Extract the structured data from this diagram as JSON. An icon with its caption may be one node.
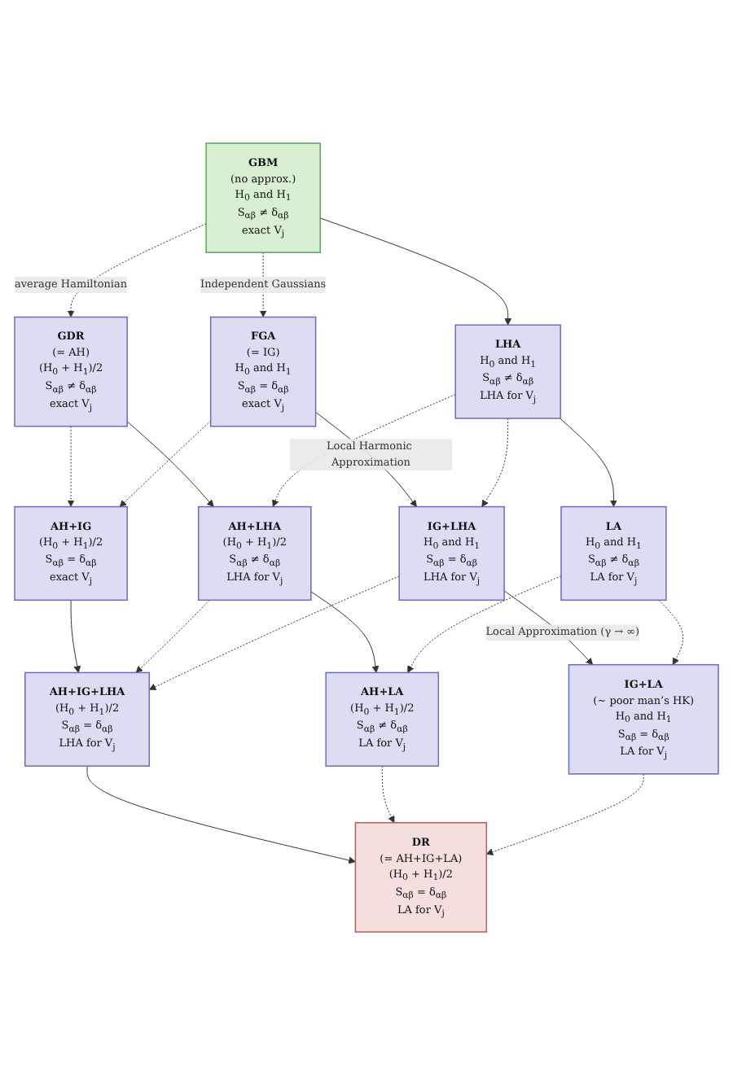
{
  "diagram": {
    "nodes": [
      {
        "text": [
          "GBM",
          "(no approx.)",
          "H$_{0}$ and H$_{1}$",
          "S$_{αβ}$ ≠ δ$_{αβ}$",
          "exact V$_{j}$"
        ]
      },
      {
        "text": [
          "GDR",
          "(= AH)",
          "(H$_{0}$ + H$_{1}$)/2",
          "S$_{αβ}$ ≠ δ$_{αβ}$",
          "exact V$_{j}$"
        ]
      },
      {
        "text": [
          "FGA",
          "(= IG)",
          "H$_{0}$ and H$_{1}$",
          "S$_{αβ}$ = δ$_{αβ}$",
          "exact V$_{j}$"
        ]
      },
      {
        "text": [
          "AH+IG",
          "(H$_{0}$ + H$_{1}$)/2",
          "S$_{αβ}$ = δ$_{αβ}$",
          "exact V$_{j}$"
        ]
      },
      {
        "text": [
          "LHA",
          "H$_{0}$ and H$_{1}$",
          "S$_{αβ}$ ≠ δ$_{αβ}$",
          "LHA for V$_{j}$"
        ]
      },
      {
        "text": [
          "AH+LHA",
          "(H$_{0}$ + H$_{1}$)/2",
          "S$_{αβ}$ ≠ δ$_{αβ}$",
          "LHA for V$_{j}$"
        ]
      },
      {
        "text": [
          "IG+LHA",
          "H$_{0}$ and H$_{1}$",
          "S$_{αβ}$ = δ$_{αβ}$",
          "LHA for V$_{j}$"
        ]
      },
      {
        "text": [
          "AH+IG+LHA",
          "(H$_{0}$ + H$_{1}$)/2",
          "S$_{αβ}$ = δ$_{αβ}$",
          "LHA for V$_{j}$"
        ]
      },
      {
        "text": [
          "LA",
          "H$_{0}$ and H$_{1}$",
          "S$_{αβ}$ ≠ δ$_{αβ}$",
          "LA for V$_{j}$"
        ]
      },
      {
        "text": [
          "AH+LA",
          "(H$_{0}$ + H$_{1}$)/2",
          "S$_{αβ}$ ≠ δ$_{αβ}$",
          "LA for V$_{j}$"
        ]
      },
      {
        "text": [
          "IG+LA",
          "(∼ poor man’s HK)",
          "H$_{0}$ and H$_{1}$",
          "S$_{αβ}$ = δ$_{αβ}$",
          "LA for V$_{j}$"
        ]
      },
      {
        "text": [
          "DR",
          "(= AH+IG+LA)",
          "(H$_{0}$ + H$_{1}$)/2",
          "S$_{αβ}$ = δ$_{αβ}$",
          "LA for V$_{j}$"
        ]
      }
    ],
    "edges": [
      {
        "from": 0,
        "to": 1,
        "arrow": "to",
        "style": "dashed",
        "label": "average Hamiltonian"
      },
      {
        "from": 0,
        "to": 2,
        "arrow": "to",
        "style": "dashed",
        "label": "Independent Gaussians"
      },
      {
        "from": 0,
        "to": 4,
        "arrow": "to"
      },
      {
        "from": 1,
        "to": 3,
        "arrow": "to",
        "style": "dashed"
      },
      {
        "from": 1,
        "to": 5,
        "arrow": "to"
      },
      {
        "from": 2,
        "to": 3,
        "arrow": "to",
        "style": "dashed"
      },
      {
        "from": 2,
        "to": 6,
        "arrow": "to",
        "label": "Local Harmonic Approximation"
      },
      {
        "from": 3,
        "to": 7,
        "arrow": "to"
      },
      {
        "from": 4,
        "to": 5,
        "arrow": "to",
        "style": "dashed"
      },
      {
        "from": 4,
        "to": 6,
        "arrow": "to",
        "style": "dashed"
      },
      {
        "from": 4,
        "to": 8,
        "arrow": "to"
      },
      {
        "from": 5,
        "to": 7,
        "arrow": "to",
        "style": "dashed"
      },
      {
        "from": 5,
        "to": 9,
        "arrow": "to"
      },
      {
        "from": 6,
        "to": 7,
        "arrow": "to",
        "style": "dashed"
      },
      {
        "from": 6,
        "to": 10,
        "arrow": "to",
        "label": "Local Approximation (γ → ∞)"
      },
      {
        "from": 7,
        "to": 11,
        "arrow": "to"
      },
      {
        "from": 8,
        "to": 9,
        "arrow": "to",
        "style": "dashed"
      },
      {
        "from": 8,
        "to": 10,
        "arrow": "to",
        "style": "dashed"
      },
      {
        "from": 9,
        "to": 11,
        "arrow": "to",
        "style": "dashed"
      },
      {
        "from": 10,
        "to": 11,
        "arrow": "to",
        "style": "dashed"
      }
    ]
  }
}
